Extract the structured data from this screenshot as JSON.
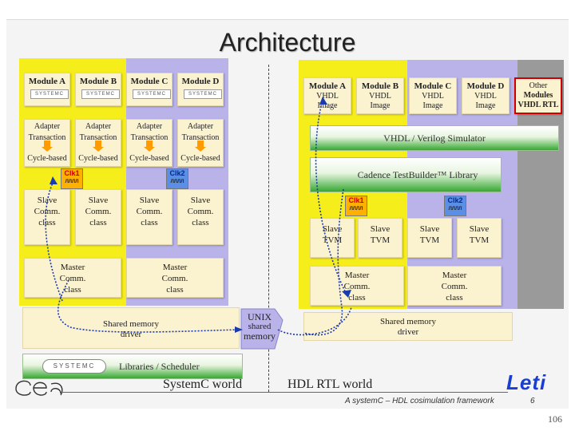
{
  "slide": {
    "title": "Architecture",
    "page_number": "106",
    "footer_caption": "A systemC – HDL cosimulation framework",
    "footer_slide_number": "6",
    "logo_left": "ceal",
    "logo_right": "Leti"
  },
  "systemc": {
    "modules": [
      {
        "title": "Module A",
        "chip": "SYSTEMC"
      },
      {
        "title": "Module B",
        "chip": "SYSTEMC"
      },
      {
        "title": "Module C",
        "chip": "SYSTEMC"
      },
      {
        "title": "Module D",
        "chip": "SYSTEMC"
      }
    ],
    "adapters": [
      {
        "line1": "Adapter",
        "line2": "Transaction",
        "line3": "Cycle-based"
      },
      {
        "line1": "Adapter",
        "line2": "Transaction",
        "line3": "Cycle-based"
      },
      {
        "line1": "Adapter",
        "line2": "Transaction",
        "line3": "Cycle-based"
      },
      {
        "line1": "Adapter",
        "line2": "Transaction",
        "line3": "Cycle-based"
      }
    ],
    "clk1": {
      "label": "Clk1",
      "wave": "ЛЛЛЛ"
    },
    "clk2": {
      "label": "Clk2",
      "wave": "ЛЛЛЛ"
    },
    "slaves": [
      {
        "l1": "Slave",
        "l2": "Comm.",
        "l3": "class"
      },
      {
        "l1": "Slave",
        "l2": "Comm.",
        "l3": "class"
      },
      {
        "l1": "Slave",
        "l2": "Comm.",
        "l3": "class"
      },
      {
        "l1": "Slave",
        "l2": "Comm.",
        "l3": "class"
      }
    ],
    "masters": [
      {
        "l1": "Master",
        "l2": "Comm.",
        "l3": "class"
      },
      {
        "l1": "Master",
        "l2": "Comm.",
        "l3": "class"
      }
    ],
    "shared_memory": {
      "l1": "Shared memory",
      "l2": "driver"
    },
    "libraries": {
      "logo": "SYSTEMC",
      "label": "Libraries / Scheduler"
    },
    "world_label": "SystemC world"
  },
  "unix": {
    "l1": "UNIX",
    "l2": "shared",
    "l3": "memory"
  },
  "hdl": {
    "modules": [
      {
        "title": "Module  A",
        "sub1": "VHDL",
        "sub2": "Image"
      },
      {
        "title": "Module  B",
        "sub1": "VHDL",
        "sub2": "Image"
      },
      {
        "title": "Module  C",
        "sub1": "VHDL",
        "sub2": "Image"
      },
      {
        "title": "Module  D",
        "sub1": "VHDL",
        "sub2": "Image"
      }
    ],
    "other_modules": {
      "l1": "Other",
      "l2": "Modules",
      "l3": "VHDL RTL"
    },
    "simulator": "VHDL / Verilog Simulator",
    "testbuilder": "Cadence TestBuilder™ Library",
    "clk1": {
      "label": "Clk1",
      "wave": "ЛЛЛЛ"
    },
    "clk2": {
      "label": "Clk2",
      "wave": "ЛЛЛЛ"
    },
    "tvms": [
      {
        "l1": "Slave",
        "l2": "TVM"
      },
      {
        "l1": "Slave",
        "l2": "TVM"
      },
      {
        "l1": "Slave",
        "l2": "TVM"
      },
      {
        "l1": "Slave",
        "l2": "TVM"
      }
    ],
    "masters": [
      {
        "l1": "Master",
        "l2": "Comm.",
        "l3": "class"
      },
      {
        "l1": "Master",
        "l2": "Comm.",
        "l3": "class"
      }
    ],
    "shared_memory": {
      "l1": "Shared memory",
      "l2": "driver"
    },
    "world_label": "HDL RTL world"
  },
  "colors": {
    "systemc_panel": "#f6ee1a",
    "purple_panel": "#b9b3ea",
    "box_fill": "#fbf2d0",
    "clock_orange": "#ffb000",
    "clock_blue": "#5b8fe6",
    "other_modules_border": "#d00000",
    "leti_blue": "#1a3fd0"
  }
}
